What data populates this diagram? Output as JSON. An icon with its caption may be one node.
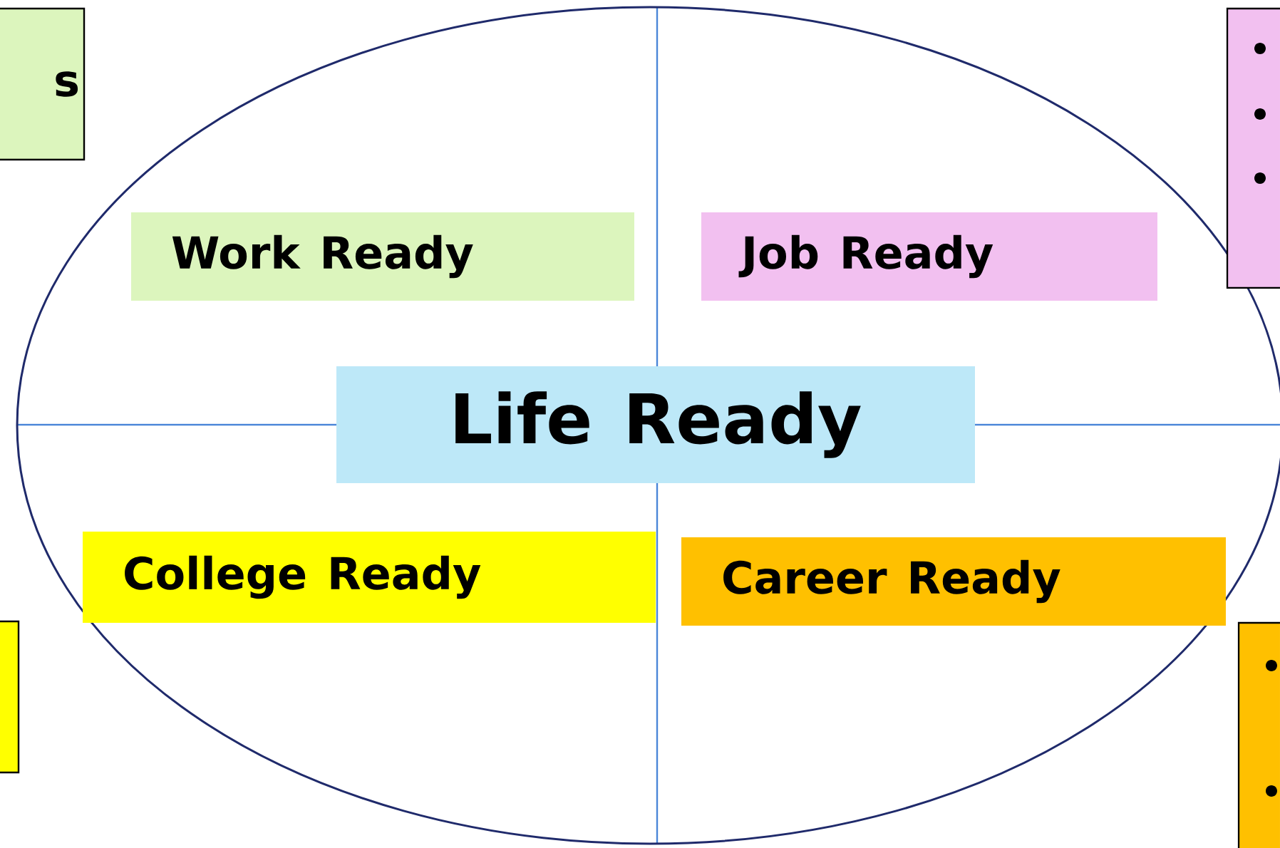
{
  "diagram": {
    "nodes": [
      {
        "text": [
          "s"
        ]
      },
      {
        "text": [],
        "shape": "box"
      },
      {
        "text": [],
        "shape": "ellipse"
      },
      {
        "text": [
          "Work Ready"
        ],
        "in": 2
      },
      {
        "text": [
          "Job Ready"
        ],
        "in": 2
      },
      {
        "text": [
          "Life Ready"
        ],
        "in": 2
      },
      {
        "text": [
          "College Ready"
        ],
        "in": 2
      },
      {
        "text": [
          "Career Ready"
        ],
        "in": 2
      },
      {
        "text": [],
        "shape": "box"
      },
      {
        "text": [],
        "shape": "box"
      }
    ]
  }
}
